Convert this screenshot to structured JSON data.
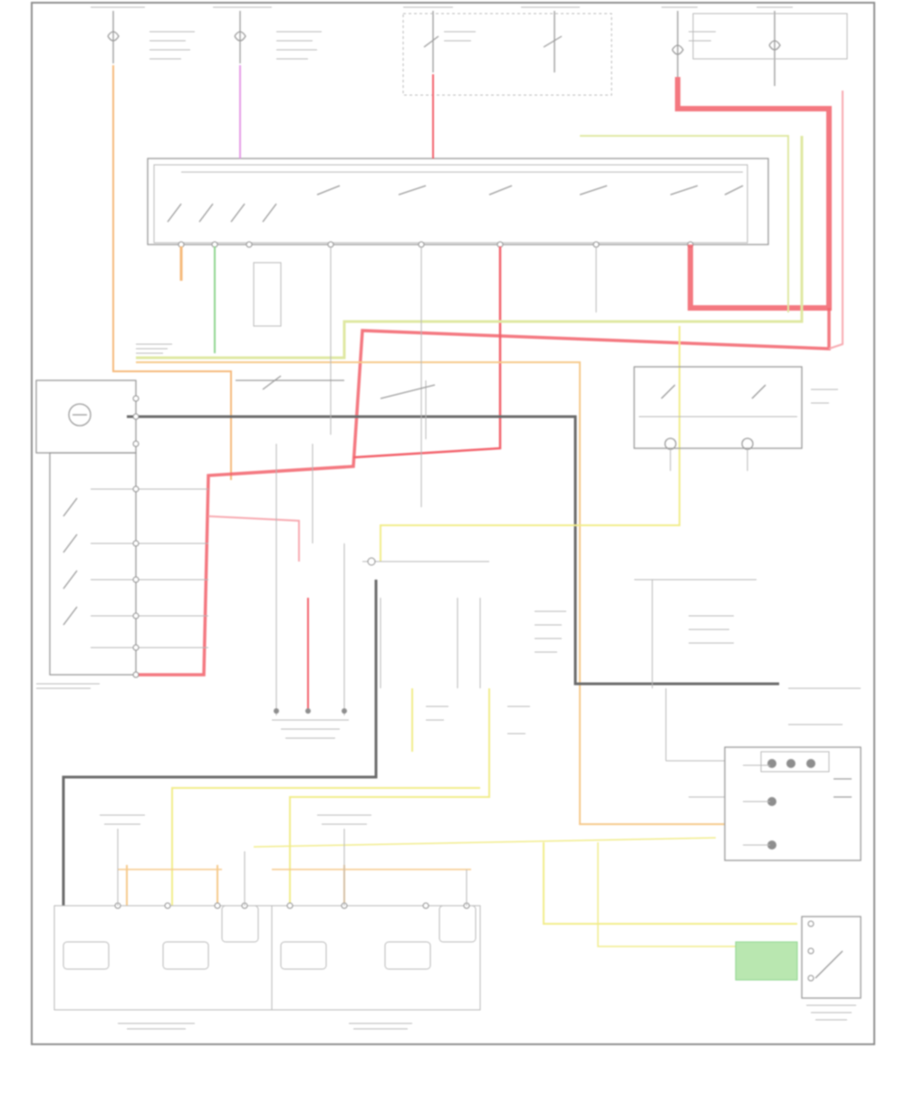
{
  "diagram": {
    "colors": {
      "red": "#f2606a",
      "pink_light": "#f7a9b0",
      "orange": "#f6b97a",
      "yellow": "#f1ec8a",
      "yellow_green": "#dfe8a2",
      "green": "#8fd58f",
      "violet": "#e49ae6",
      "dark_gray": "#6a6a6a",
      "mid_gray": "#9a9a9a",
      "frame": "#8e8e8e",
      "connector_fill": "#b9e7b0"
    },
    "components": [
      "top-fuse-1",
      "top-fuse-2",
      "top-fuse-3",
      "top-fuse-4",
      "top-fuse-5",
      "top-fuse-6",
      "junction-block",
      "control-unit-left",
      "relay-block-right",
      "center-relay",
      "ground-connector-center",
      "switch-panel-right",
      "speaker-group-left",
      "speaker-group-right",
      "connector-bottom-right"
    ],
    "icons": [
      "switch-icon",
      "relay-coil-icon",
      "speaker-icon",
      "ground-icon",
      "connector-pin-icon"
    ]
  }
}
